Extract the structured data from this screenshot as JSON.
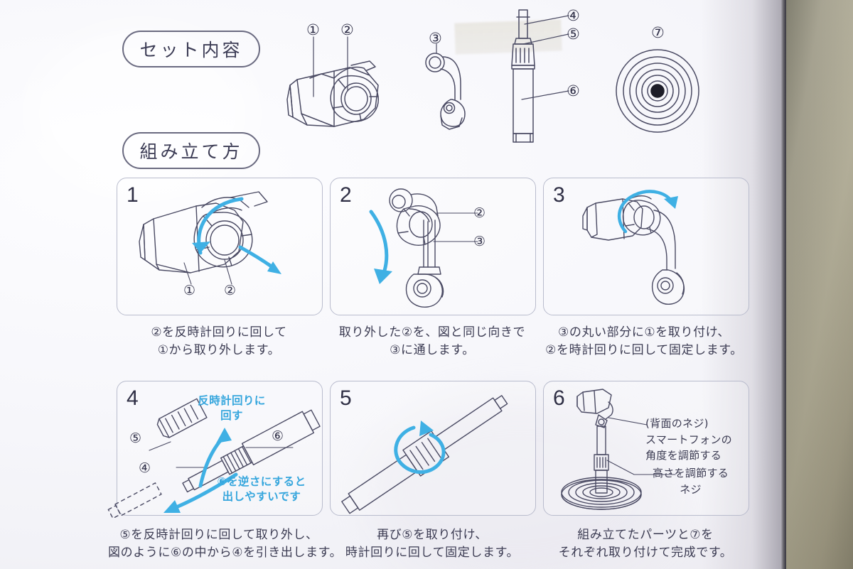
{
  "document": {
    "language": "ja",
    "type": "assembly-instruction-sheet",
    "colors": {
      "ink": "#3b3b52",
      "blue_accent": "#36a6dd",
      "panel_border": "#b9bccd",
      "paper": "#f7f7fb",
      "background": "#a59f87"
    }
  },
  "sections": {
    "parts_heading": "セット内容",
    "assembly_heading": "組み立て方"
  },
  "parts": [
    {
      "number": "①",
      "name": "phone-clamp"
    },
    {
      "number": "②",
      "name": "knurled-knob"
    },
    {
      "number": "③",
      "name": "curved-arm"
    },
    {
      "number": "④",
      "name": "inner-rod"
    },
    {
      "number": "⑤",
      "name": "locking-collar"
    },
    {
      "number": "⑥",
      "name": "outer-pole"
    },
    {
      "number": "⑦",
      "name": "round-base"
    }
  ],
  "steps": [
    {
      "number": "1",
      "caption_lines": [
        "②を反時計回りに回して",
        "①から取り外します。"
      ],
      "callouts": [
        "①",
        "②"
      ]
    },
    {
      "number": "2",
      "caption_lines": [
        "取り外した②を、図と同じ向きで",
        "③に通します。"
      ],
      "callouts": [
        "②",
        "③"
      ]
    },
    {
      "number": "3",
      "caption_lines": [
        "③の丸い部分に①を取り付け、",
        "②を時計回りに回して固定します。"
      ],
      "callouts": []
    },
    {
      "number": "4",
      "caption_lines": [
        "⑤を反時計回りに回して取り外し、",
        "図のように⑥の中から④を引き出します。"
      ],
      "callouts": [
        "⑤",
        "④",
        "⑥"
      ],
      "blue_notes": [
        {
          "lines": [
            "反時計回りに",
            "回す"
          ]
        },
        {
          "lines": [
            "⑥を逆さにすると",
            "出しやすいです"
          ]
        }
      ]
    },
    {
      "number": "5",
      "caption_lines": [
        "再び⑤を取り付け、",
        "時計回りに回して固定します。"
      ],
      "callouts": []
    },
    {
      "number": "6",
      "caption_lines": [
        "組み立てたパーツと⑦を",
        "それぞれ取り付けて完成です。"
      ],
      "callouts": [],
      "annotations": [
        {
          "lines": [
            "(背面のネジ)",
            "スマートフォンの",
            "角度を調節する"
          ]
        },
        {
          "lines": [
            "高さを調節する",
            "ネジ"
          ]
        }
      ]
    }
  ]
}
